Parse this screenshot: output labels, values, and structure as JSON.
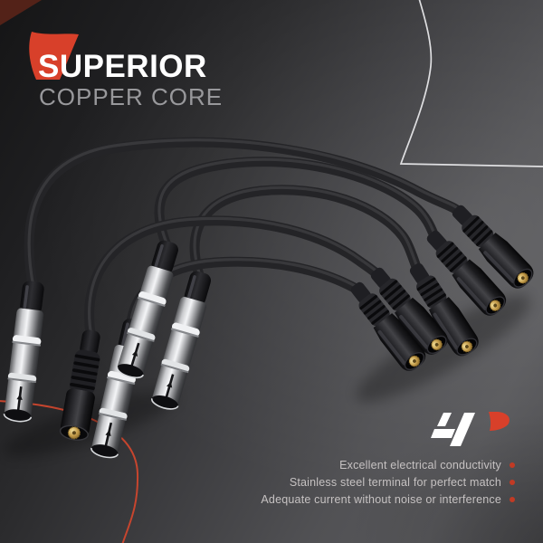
{
  "brand": {
    "title": "SUPERIOR",
    "subtitle": "COPPER CORE",
    "swoosh_color": "#d8402a",
    "title_color": "#ffffff",
    "subtitle_color": "#98989b"
  },
  "features": {
    "items": [
      {
        "label": "Excellent electrical conductivity"
      },
      {
        "label": "Stainless steel terminal for perfect match"
      },
      {
        "label": "Adequate current without noise or interference"
      }
    ],
    "text_color": "#c6c2c2",
    "bullet_color": "#c23a24"
  },
  "logo": {
    "name": "ap-monogram",
    "white_color": "#ffffff",
    "red_color": "#d8402a"
  },
  "product": {
    "name": "spark-plug-ignition-wire-set",
    "cable_count": 5,
    "left_boot_finish": "chrome-shielded",
    "right_boot_finish": "black",
    "terminal_finish": "brass"
  },
  "decor": {
    "red_arc_color": "#c7452e",
    "white_outline_color": "#ececee",
    "corner_triangle_color": "#5a2418"
  }
}
